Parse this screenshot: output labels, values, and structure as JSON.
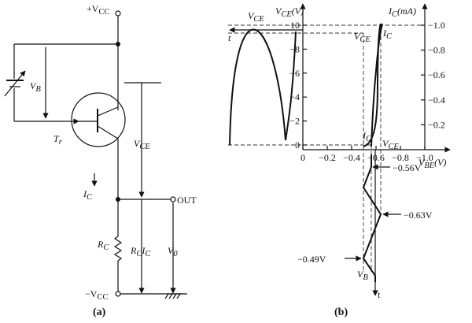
{
  "circuit": {
    "vcc_top": "+V",
    "vcc_top_sub": "CC",
    "vcc_bottom": "−V",
    "vcc_bottom_sub": "CC",
    "vb": "V",
    "vb_sub": "B",
    "transistor": "T",
    "transistor_sub": "r",
    "vce": "V",
    "vce_sub": "CE",
    "ic": "I",
    "ic_sub": "C",
    "rc": "R",
    "rc_sub": "C",
    "rcic_r": "R",
    "rcic_r_sub": "C",
    "rcic_i": "I",
    "rcic_i_sub": "C",
    "v0": "V",
    "v0_sub": "0",
    "out": "OUT",
    "caption": "(a)"
  },
  "graphs": {
    "caption": "(b)",
    "vce_axis_label": "V",
    "vce_axis_sub": "CE",
    "vce_axis_unit": "(V)",
    "vce_ticks": [
      "−10",
      "−8",
      "−6",
      "−4",
      "−2",
      "0"
    ],
    "ic_axis_label": "I",
    "ic_axis_sub": "C",
    "ic_axis_unit": "(mA)",
    "ic_ticks": [
      "−1.0",
      "−0.8",
      "−0.6",
      "−0.4",
      "−0.2"
    ],
    "vbe_axis_label": "V",
    "vbe_axis_sub": "BE",
    "vbe_axis_unit": "(V)",
    "vbe_ticks": [
      "0",
      "−0.2",
      "−0.4",
      "−0.6",
      "−0.8",
      "−1.0"
    ],
    "t_left": "t",
    "t_bottom": "t",
    "wave_vce_label": "V",
    "wave_vce_sub": "CE",
    "curve_vce_top": "V",
    "curve_vce_top_sub": "CE",
    "curve_ic_top": "I",
    "curve_ic_top_sub": "C",
    "curve_ic_bottom": "I",
    "curve_ic_bottom_sub": "C",
    "curve_vce_bottom": "V",
    "curve_vce_bottom_sub": "CE",
    "vb_wave_label": "V",
    "vb_wave_sub": "B",
    "annot_056": "−0.56V",
    "annot_063": "−0.63V",
    "annot_049": "−0.49V"
  }
}
